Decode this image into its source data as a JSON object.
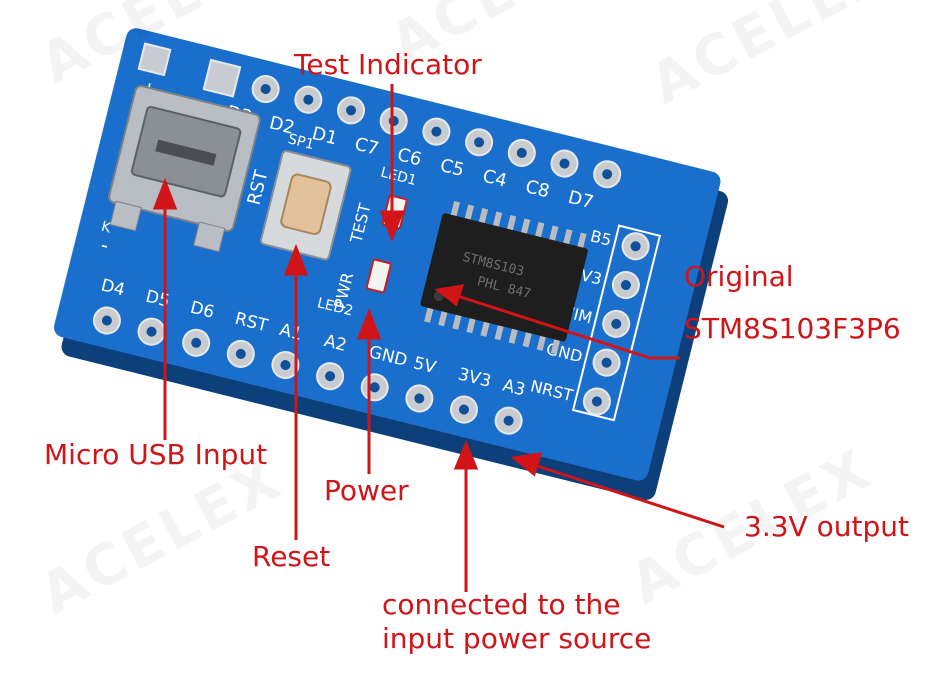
{
  "watermark": "ACELEX",
  "colors": {
    "callout": "#d01418",
    "pcb": "#1b6fcc",
    "pcb_dark": "#10509a",
    "silk": "#ffffff",
    "pad": "#c8ccd0",
    "chip": "#1e1e1e",
    "usb": "#b9bec4"
  },
  "callouts": {
    "test_indicator": "Test Indicator",
    "original_line1": "Original",
    "original_line2": "STM8S103F3P6",
    "micro_usb": "Micro USB Input",
    "power": "Power",
    "reset": "Reset",
    "output_3v3": "3.3V output",
    "connected_line1": "connected to the",
    "connected_line2": "input power source"
  },
  "board": {
    "top_pins": [
      "D3",
      "D2",
      "D1",
      "C7",
      "C6",
      "C5",
      "C4",
      "C8",
      "D7"
    ],
    "bottom_pins": [
      "D4",
      "D5",
      "D6",
      "RST",
      "A1",
      "A2",
      "GND",
      "5V",
      "3V3",
      "A3"
    ],
    "side_pins": [
      "B5",
      "3V3",
      "SWIM",
      "GND",
      "NRST"
    ],
    "plus": "+",
    "minus": "-",
    "k": "K",
    "sp1": "SP1",
    "rst_label": "RST",
    "led1": "LED1",
    "test": "TEST",
    "pwr": "PWR",
    "led2": "LED2",
    "chip_text1": "STM8S103",
    "chip_text2": "PHL 847"
  }
}
